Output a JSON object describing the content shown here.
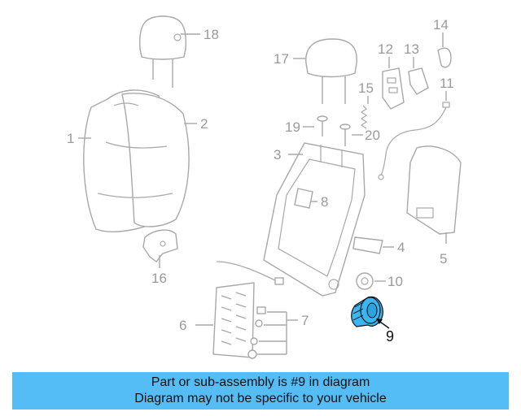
{
  "colors": {
    "highlight": "#3cb6f2",
    "banner_bg": "#55bdf5",
    "line_gray": "#a8a8a8",
    "label_gray": "#9a9a9a"
  },
  "callouts": {
    "c1": "1",
    "c2": "2",
    "c3": "3",
    "c4": "4",
    "c5": "5",
    "c6": "6",
    "c7": "7",
    "c8": "8",
    "c9": "9",
    "c10": "10",
    "c11": "11",
    "c12": "12",
    "c13": "13",
    "c14": "14",
    "c15": "15",
    "c16": "16",
    "c17": "17",
    "c18": "18",
    "c19": "19",
    "c20": "20"
  },
  "banner": {
    "line1": "Part or sub-assembly is #9 in diagram",
    "line2": "Diagram may not be specific to your vehicle"
  }
}
